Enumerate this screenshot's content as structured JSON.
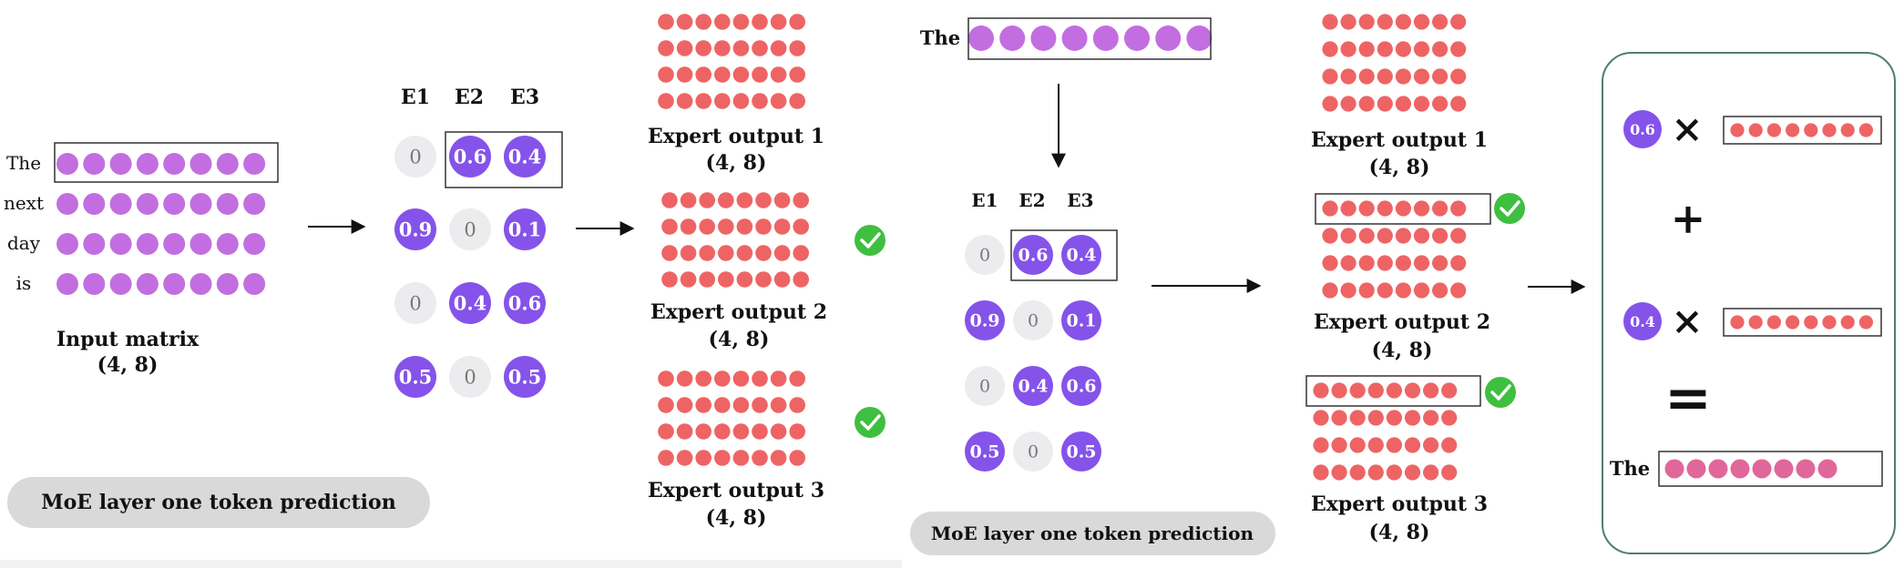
{
  "colors": {
    "input_token": "#c26ee0",
    "output_token": "#e0679a",
    "expert_output": "#ee6464",
    "weight_active": "#8553ea",
    "weight_zero": "#ececee",
    "zero_text": "#777777",
    "check": "#3fbf3f",
    "pill": "#d9d9d9",
    "panel_border": "#4f7f6a"
  },
  "icons": {
    "check": "check-circle-icon",
    "arrow": "arrow-right-icon"
  },
  "left": {
    "tokens": [
      "The",
      "next",
      "day",
      "is"
    ],
    "input_caption": "Input matrix",
    "input_shape": "(4, 8)",
    "expert_headers": [
      "E1",
      "E2",
      "E3"
    ],
    "weights": [
      [
        "0",
        "0.6",
        "0.4"
      ],
      [
        "0.9",
        "0",
        "0.1"
      ],
      [
        "0",
        "0.4",
        "0.6"
      ],
      [
        "0.5",
        "0",
        "0.5"
      ]
    ],
    "expert_outputs": [
      {
        "title": "Expert output 1",
        "shape": "(4, 8)"
      },
      {
        "title": "Expert output 2",
        "shape": "(4, 8)"
      },
      {
        "title": "Expert output 3",
        "shape": "(4, 8)"
      }
    ],
    "pill": "MoE layer one token prediction"
  },
  "right": {
    "token": "The",
    "expert_headers": [
      "E1",
      "E2",
      "E3"
    ],
    "weights": [
      [
        "0",
        "0.6",
        "0.4"
      ],
      [
        "0.9",
        "0",
        "0.1"
      ],
      [
        "0",
        "0.4",
        "0.6"
      ],
      [
        "0.5",
        "0",
        "0.5"
      ]
    ],
    "expert_outputs": [
      {
        "title": "Expert output 1",
        "shape": "(4, 8)"
      },
      {
        "title": "Expert output 2",
        "shape": "(4, 8)"
      },
      {
        "title": "Expert output 3",
        "shape": "(4, 8)"
      }
    ],
    "pill": "MoE layer one token prediction",
    "combine": {
      "weight_1": "0.6",
      "weight_2": "0.4",
      "times": "×",
      "plus": "+",
      "equals": "=",
      "result_token": "The"
    }
  }
}
